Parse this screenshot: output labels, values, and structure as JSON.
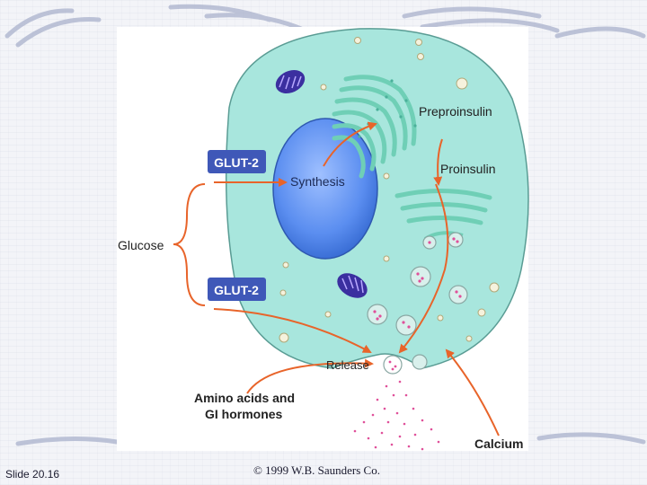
{
  "slide": {
    "number_label": "Slide 20.16",
    "copyright": "© 1999 W.B. Saunders Co."
  },
  "diagram": {
    "labels": {
      "glut2_top": "GLUT-2",
      "glut2_bottom": "GLUT-2",
      "glucose": "Glucose",
      "synthesis": "Synthesis",
      "preproinsulin": "Preproinsulin",
      "proinsulin": "Proinsulin",
      "release": "Release",
      "amino_acids_line1": "Amino acids and",
      "amino_acids_line2": "GI hormones",
      "calcium": "Calcium"
    },
    "colors": {
      "cell": "#a8e6dd",
      "nucleus": "#5b8ef0",
      "arrow": "#e8642a",
      "glut_box": "#3f58b8",
      "er": "#6fcfb6",
      "mitochondria": "#3b2fa0",
      "granules": "#ff3ba8"
    }
  }
}
